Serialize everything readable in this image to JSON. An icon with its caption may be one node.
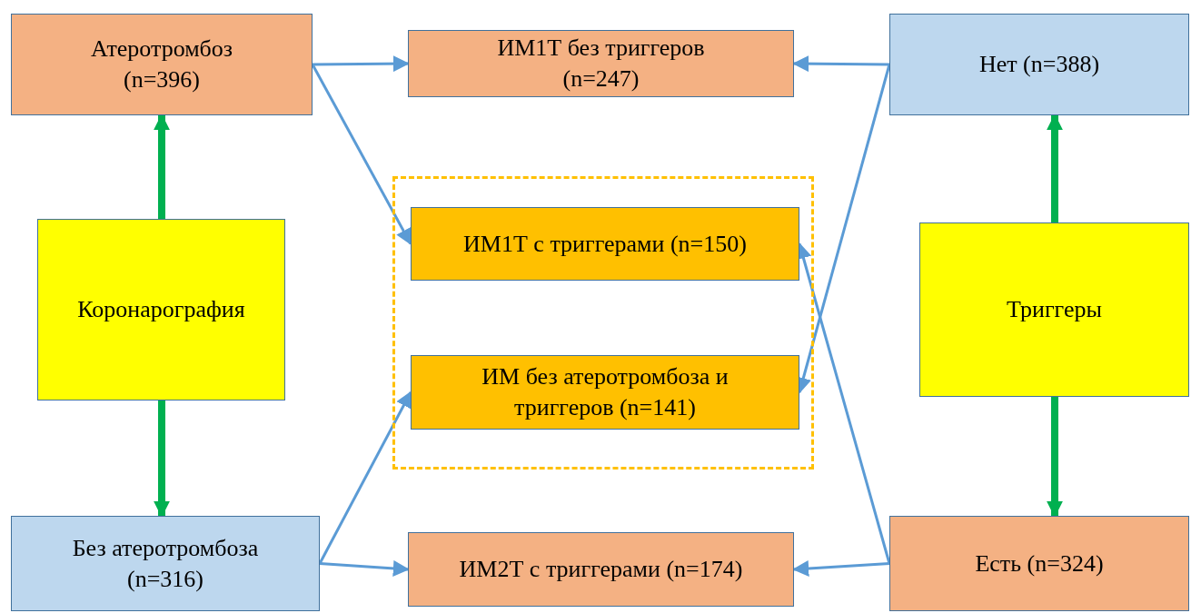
{
  "diagram": {
    "nodes": [
      {
        "text": [
          "Атеротромбоз (n=396)"
        ]
      },
      {
        "text": [
          "ИМ1Т без триггеров (n=247)"
        ]
      },
      {
        "text": [
          "Нет (n=388)"
        ]
      },
      {
        "text": [
          "Коронарография"
        ]
      },
      {
        "text": [],
        "shape": "box"
      },
      {
        "text": [
          "ИМ1Т с триггерами (n=150)"
        ],
        "in": 4
      },
      {
        "text": [
          "ИМ без атеротромбоза и триггеров (n=141)"
        ],
        "in": 4
      },
      {
        "text": [
          "Триггеры"
        ]
      },
      {
        "text": [
          "Без атеротромбоза (n=316)"
        ]
      },
      {
        "text": [
          "ИМ2Т с триггерами (n=174)"
        ]
      },
      {
        "text": [
          "Есть (n=324)"
        ]
      }
    ],
    "edges": [
      {
        "from": 3,
        "to": 0,
        "arrow": "to",
        "style": "thick",
        "color": "#00b050"
      },
      {
        "from": 3,
        "to": 8,
        "arrow": "to",
        "style": "thick",
        "color": "#00b050"
      },
      {
        "from": 7,
        "to": 2,
        "arrow": "to",
        "style": "thick",
        "color": "#00b050"
      },
      {
        "from": 7,
        "to": 10,
        "arrow": "to",
        "style": "thick",
        "color": "#00b050"
      },
      {
        "from": 0,
        "to": 1,
        "arrow": "to"
      },
      {
        "from": 0,
        "to": 5,
        "arrow": "to"
      },
      {
        "from": 2,
        "to": 1,
        "arrow": "to"
      },
      {
        "from": 2,
        "to": 6,
        "arrow": "to"
      },
      {
        "from": 8,
        "to": 6,
        "arrow": "to"
      },
      {
        "from": 8,
        "to": 9,
        "arrow": "to"
      },
      {
        "from": 10,
        "to": 5,
        "arrow": "to"
      },
      {
        "from": 10,
        "to": 9,
        "arrow": "to"
      }
    ]
  }
}
